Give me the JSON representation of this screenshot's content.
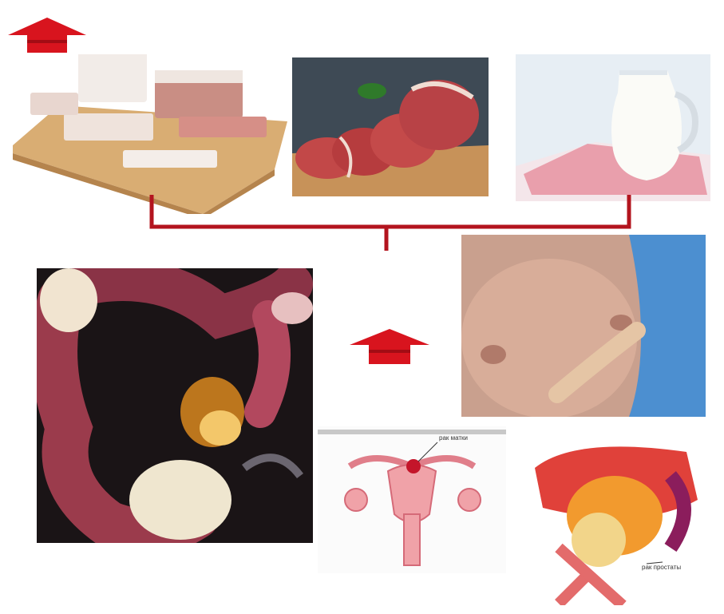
{
  "colors": {
    "accent_red": "#c8101c",
    "connector_red": "#b3141e"
  },
  "arrows": [
    {
      "name": "red-up-arrow-icon"
    },
    {
      "name": "red-up-arrow-icon"
    }
  ],
  "images": [
    "pork-fat-on-board-image",
    "raw-beef-image",
    "milk-jug-image",
    "colon-xray-image",
    "breast-image",
    "uterus-diagram-image",
    "prostate-image"
  ],
  "labels": {
    "uterus_label": "рак матки",
    "prostate_label": "рак простаты"
  }
}
